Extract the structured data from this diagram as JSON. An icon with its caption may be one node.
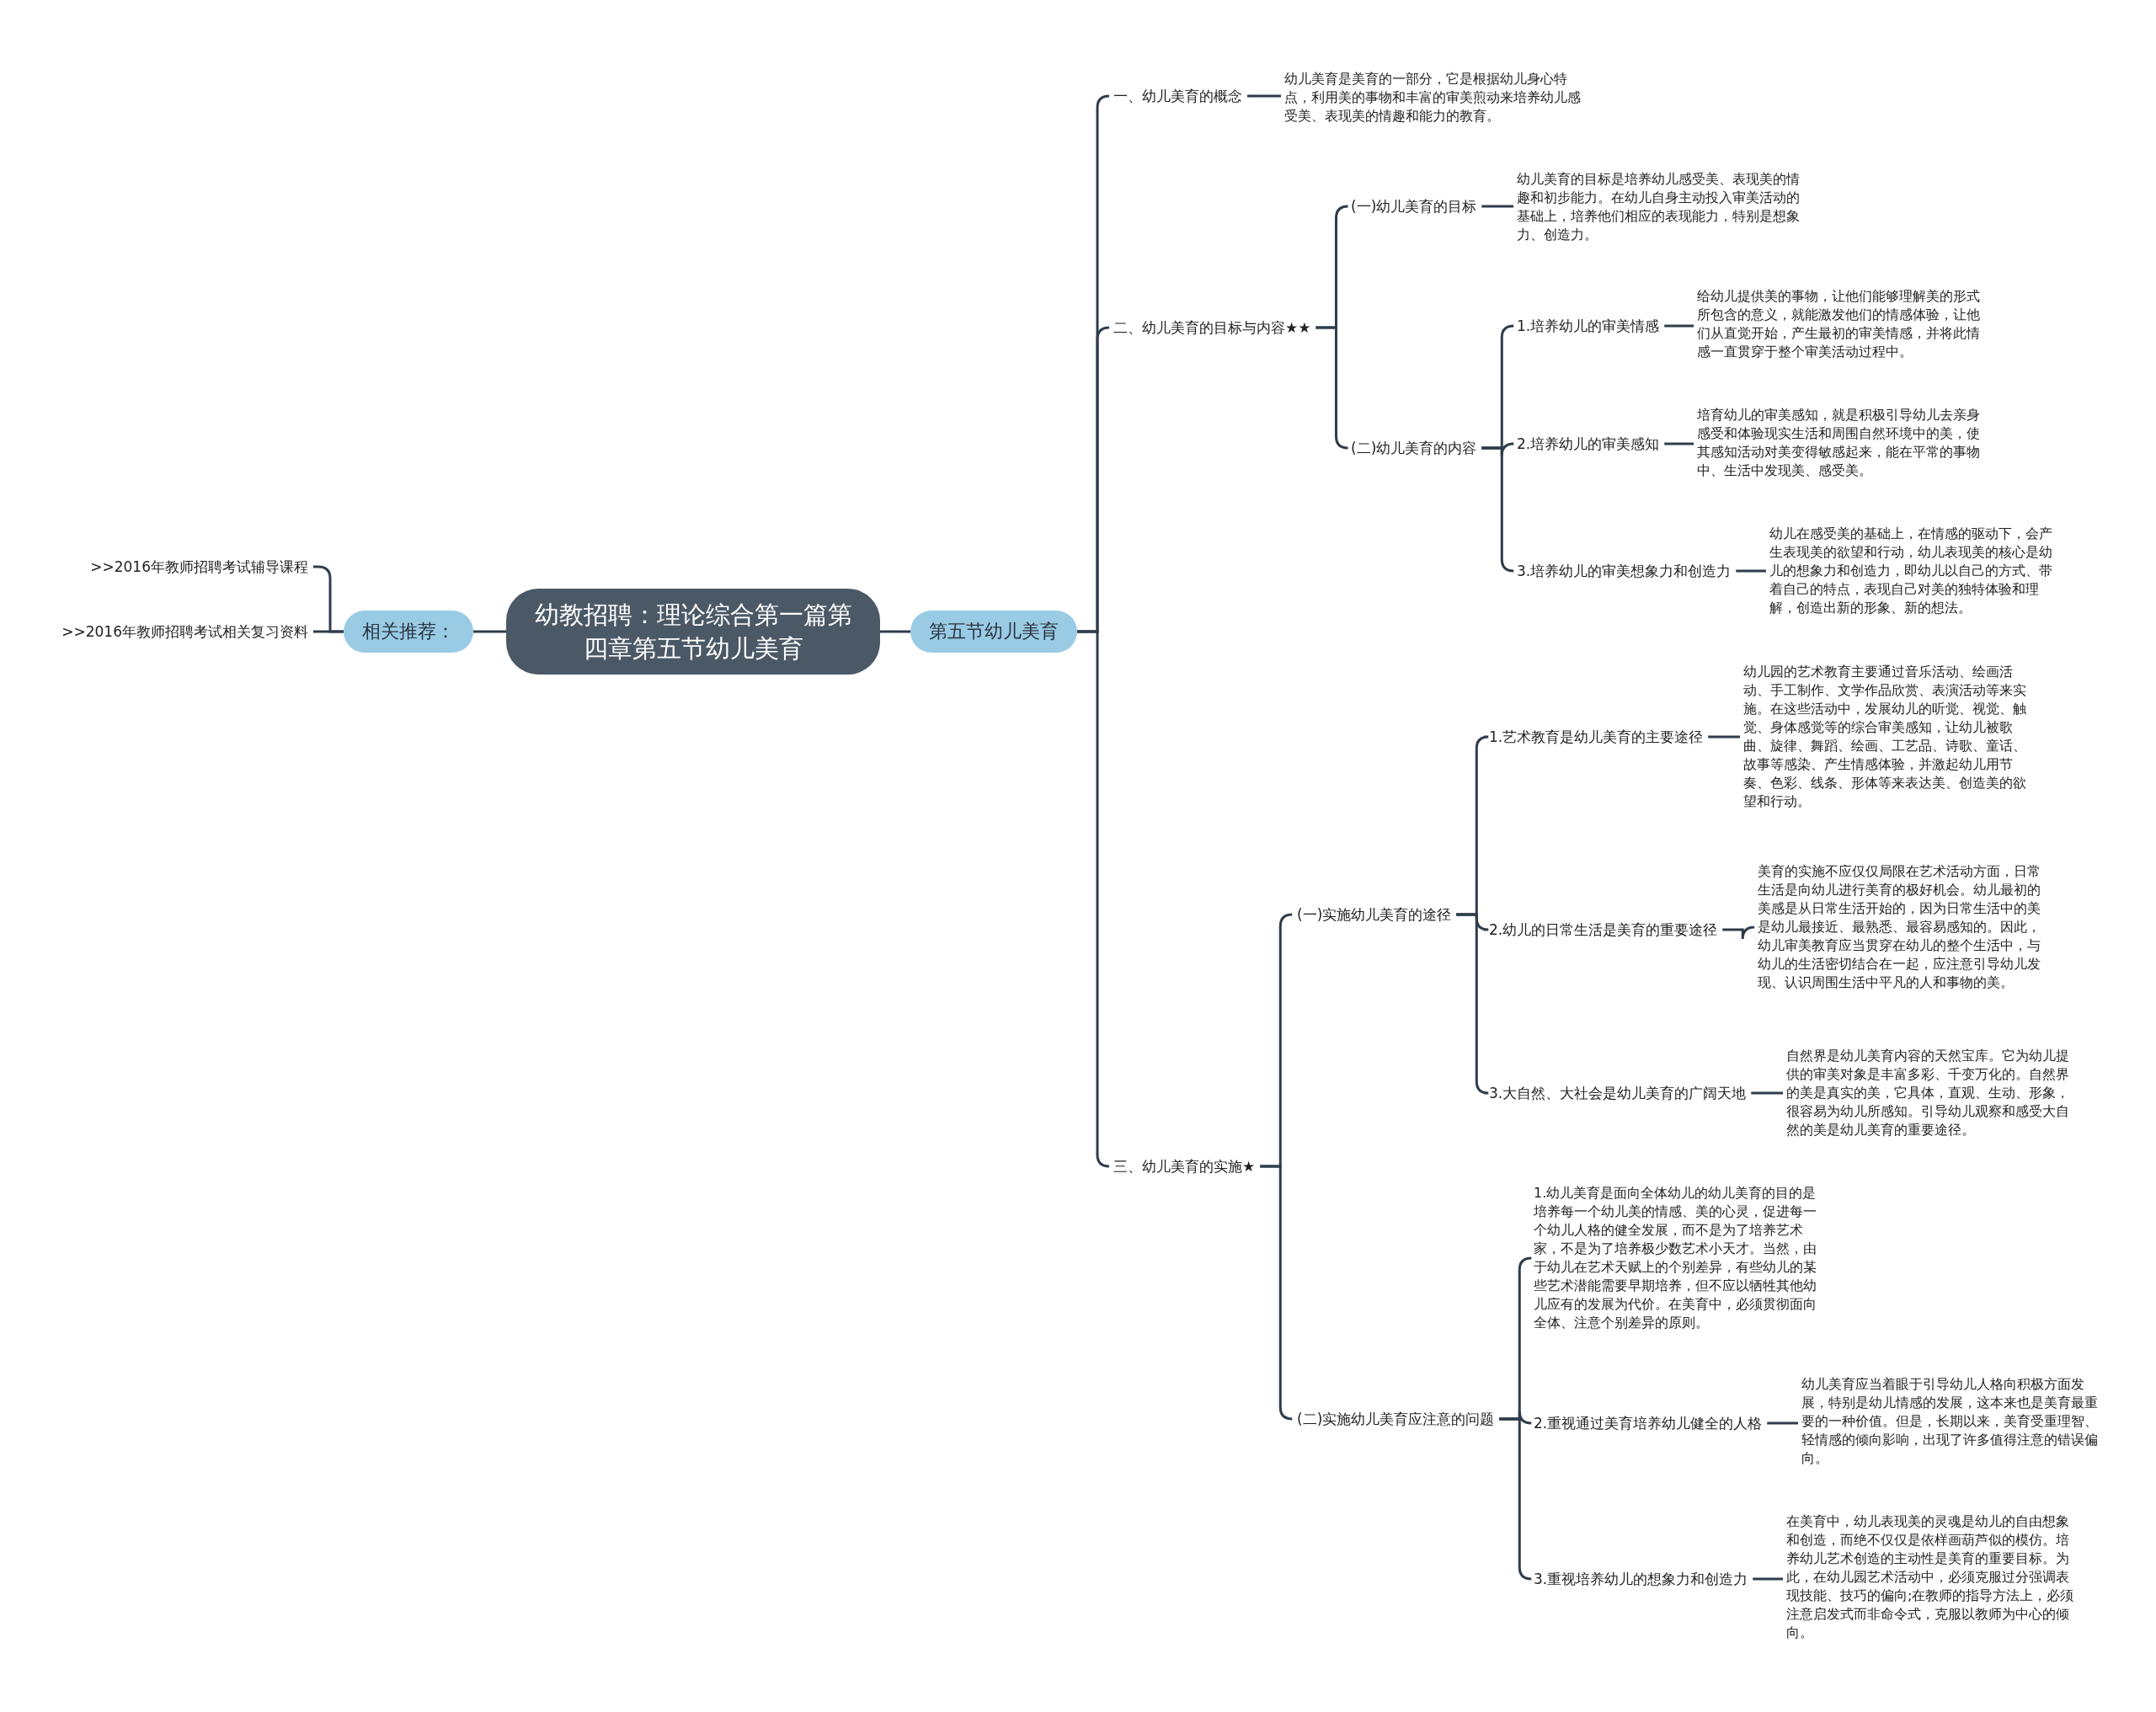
{
  "diagram": {
    "nodes": [
      {
        "text": [
          "幼教招聘：理论综合第一篇第四章第五节幼儿美育"
        ]
      },
      {
        "text": [
          "相关推荐："
        ]
      },
      {
        "text": [
          ">>2016年教师招聘考试辅导课程"
        ]
      },
      {
        "text": [
          ">>2016年教师招聘考试相关复习资料"
        ]
      },
      {
        "text": [
          "第五节幼儿美育"
        ]
      },
      {
        "text": [
          "一、幼儿美育的概念"
        ]
      },
      {
        "text": [
          "幼儿美育是美育的一部分，它是根据幼儿身心特点，利用美的事物和丰富的审美煎动来培养幼儿感受美、表现美的情趣和能力的教育。"
        ]
      },
      {
        "text": [
          "二、幼儿美育的目标与内容★★"
        ]
      },
      {
        "text": [
          "(一)幼儿美育的目标"
        ]
      },
      {
        "text": [
          "幼儿美育的目标是培养幼儿感受美、表现美的情趣和初步能力。在幼儿自身主动投入审美活动的基础上，培养他们相应的表现能力，特别是想象力、创造力。"
        ]
      },
      {
        "text": [
          "(二)幼儿美育的内容"
        ]
      },
      {
        "text": [
          "1.培养幼儿的审美情感"
        ]
      },
      {
        "text": [
          "给幼儿提供美的事物，让他们能够理解美的形式所包含的意义，就能激发他们的情感体验，让他们从直觉开始，产生最初的审美情感，并将此情感一直贯穿于整个审美活动过程中。"
        ]
      },
      {
        "text": [
          "2.培养幼儿的审美感知"
        ]
      },
      {
        "text": [
          "培育幼儿的审美感知，就是积极引导幼儿去亲身感受和体验现实生活和周围自然环境中的美，使其感知活动对美变得敏感起来，能在平常的事物中、生活中发现美、感受美。"
        ]
      },
      {
        "text": [
          "3.培养幼儿的审美想象力和创造力"
        ]
      },
      {
        "text": [
          "幼儿在感受美的基础上，在情感的驱动下，会产生表现美的欲望和行动，幼儿表现美的核心是幼儿的想象力和创造力，即幼儿以自己的方式、带着自己的特点，表现自己对美的独特体验和理解，创造出新的形象、新的想法。"
        ]
      },
      {
        "text": [
          "三、幼儿美育的实施★"
        ]
      },
      {
        "text": [
          "(一)实施幼儿美育的途径"
        ]
      },
      {
        "text": [
          "1.艺术教育是幼儿美育的主要途径"
        ]
      },
      {
        "text": [
          "幼儿园的艺术教育主要通过音乐活动、绘画活动、手工制作、文学作品欣赏、表演活动等来实施。在这些活动中，发展幼儿的听觉、视觉、触觉、身体感觉等的综合审美感知，让幼儿被歌曲、旋律、舞蹈、绘画、工艺品、诗歌、童话、故事等感染、产生情感体验，并激起幼儿用节奏、色彩、线条、形体等来表达美、创造美的欲望和行动。"
        ]
      },
      {
        "text": [
          "2.幼儿的日常生活是美育的重要途径"
        ]
      },
      {
        "text": [
          "美育的实施不应仅仅局限在艺术活动方面，日常生活是向幼儿进行美育的极好机会。幼儿最初的美感是从日常生活开始的，因为日常生活中的美是幼儿最接近、最熟悉、最容易感知的。因此，幼儿审美教育应当贯穿在幼儿的整个生活中，与幼儿的生活密切结合在一起，应注意引导幼儿发现、认识周围生活中平凡的人和事物的美。"
        ]
      },
      {
        "text": [
          "3.大自然、大社会是幼儿美育的广阔天地"
        ]
      },
      {
        "text": [
          "自然界是幼儿美育内容的天然宝库。它为幼儿提供的审美对象是丰富多彩、千变万化的。自然界的美是真实的美，它具体，直观、生动、形象，很容易为幼儿所感知。引导幼儿观察和感受大自然的美是幼儿美育的重要途径。"
        ]
      },
      {
        "text": [
          "(二)实施幼儿美育应注意的问题"
        ]
      },
      {
        "text": [
          "1.幼儿美育是面向全体幼儿的幼儿美育的目的是培养每一个幼儿美的情感、美的心灵，促进每一个幼儿人格的健全发展，而不是为了培养艺术家，不是为了培养极少数艺术小天才。当然，由于幼儿在艺术天赋上的个别差异，有些幼儿的某些艺术潜能需要早期培养，但不应以牺牲其他幼儿应有的发展为代价。在美育中，必须贯彻面向全体、注意个别差异的原则。"
        ]
      },
      {
        "text": [
          "2.重视通过美育培养幼儿健全的人格"
        ]
      },
      {
        "text": [
          "幼儿美育应当着眼于引导幼儿人格向积极方面发展，特别是幼儿情感的发展，这本来也是美育最重要的一种价值。但是，长期以来，美育受重理智、轻情感的倾向影响，出现了许多值得注意的错误偏向。"
        ]
      },
      {
        "text": [
          "3.重视培养幼儿的想象力和创造力"
        ]
      },
      {
        "text": [
          "在美育中，幼儿表现美的灵魂是幼儿的自由想象和创造，而绝不仅仅是依样画葫芦似的模仿。培养幼儿艺术创造的主动性是美育的重要目标。为此，在幼儿园艺术活动中，必须克服过分强调表现技能、技巧的偏向;在教师的指导方法上，必须注意启发式而非命令式，克服以教师为中心的倾向。"
        ]
      }
    ],
    "edges": [
      {
        "from": 0,
        "to": 1,
        "arrow": "none"
      },
      {
        "from": 1,
        "to": 2,
        "arrow": "none"
      },
      {
        "from": 1,
        "to": 3,
        "arrow": "none"
      },
      {
        "from": 0,
        "to": 4,
        "arrow": "none"
      },
      {
        "from": 4,
        "to": 5,
        "arrow": "none"
      },
      {
        "from": 5,
        "to": 6,
        "arrow": "none"
      },
      {
        "from": 4,
        "to": 7,
        "arrow": "none"
      },
      {
        "from": 7,
        "to": 8,
        "arrow": "none"
      },
      {
        "from": 8,
        "to": 9,
        "arrow": "none"
      },
      {
        "from": 7,
        "to": 10,
        "arrow": "none"
      },
      {
        "from": 10,
        "to": 11,
        "arrow": "none"
      },
      {
        "from": 11,
        "to": 12,
        "arrow": "none"
      },
      {
        "from": 10,
        "to": 13,
        "arrow": "none"
      },
      {
        "from": 13,
        "to": 14,
        "arrow": "none"
      },
      {
        "from": 10,
        "to": 15,
        "arrow": "none"
      },
      {
        "from": 15,
        "to": 16,
        "arrow": "none"
      },
      {
        "from": 4,
        "to": 17,
        "arrow": "none"
      },
      {
        "from": 17,
        "to": 18,
        "arrow": "none"
      },
      {
        "from": 18,
        "to": 19,
        "arrow": "none"
      },
      {
        "from": 19,
        "to": 20,
        "arrow": "none"
      },
      {
        "from": 18,
        "to": 21,
        "arrow": "none"
      },
      {
        "from": 21,
        "to": 22,
        "arrow": "none"
      },
      {
        "from": 18,
        "to": 23,
        "arrow": "none"
      },
      {
        "from": 23,
        "to": 24,
        "arrow": "none"
      },
      {
        "from": 17,
        "to": 25,
        "arrow": "none"
      },
      {
        "from": 25,
        "to": 26,
        "arrow": "none"
      },
      {
        "from": 25,
        "to": 27,
        "arrow": "none"
      },
      {
        "from": 27,
        "to": 28,
        "arrow": "none"
      },
      {
        "from": 25,
        "to": 29,
        "arrow": "none"
      },
      {
        "from": 29,
        "to": 30,
        "arrow": "none"
      }
    ]
  }
}
